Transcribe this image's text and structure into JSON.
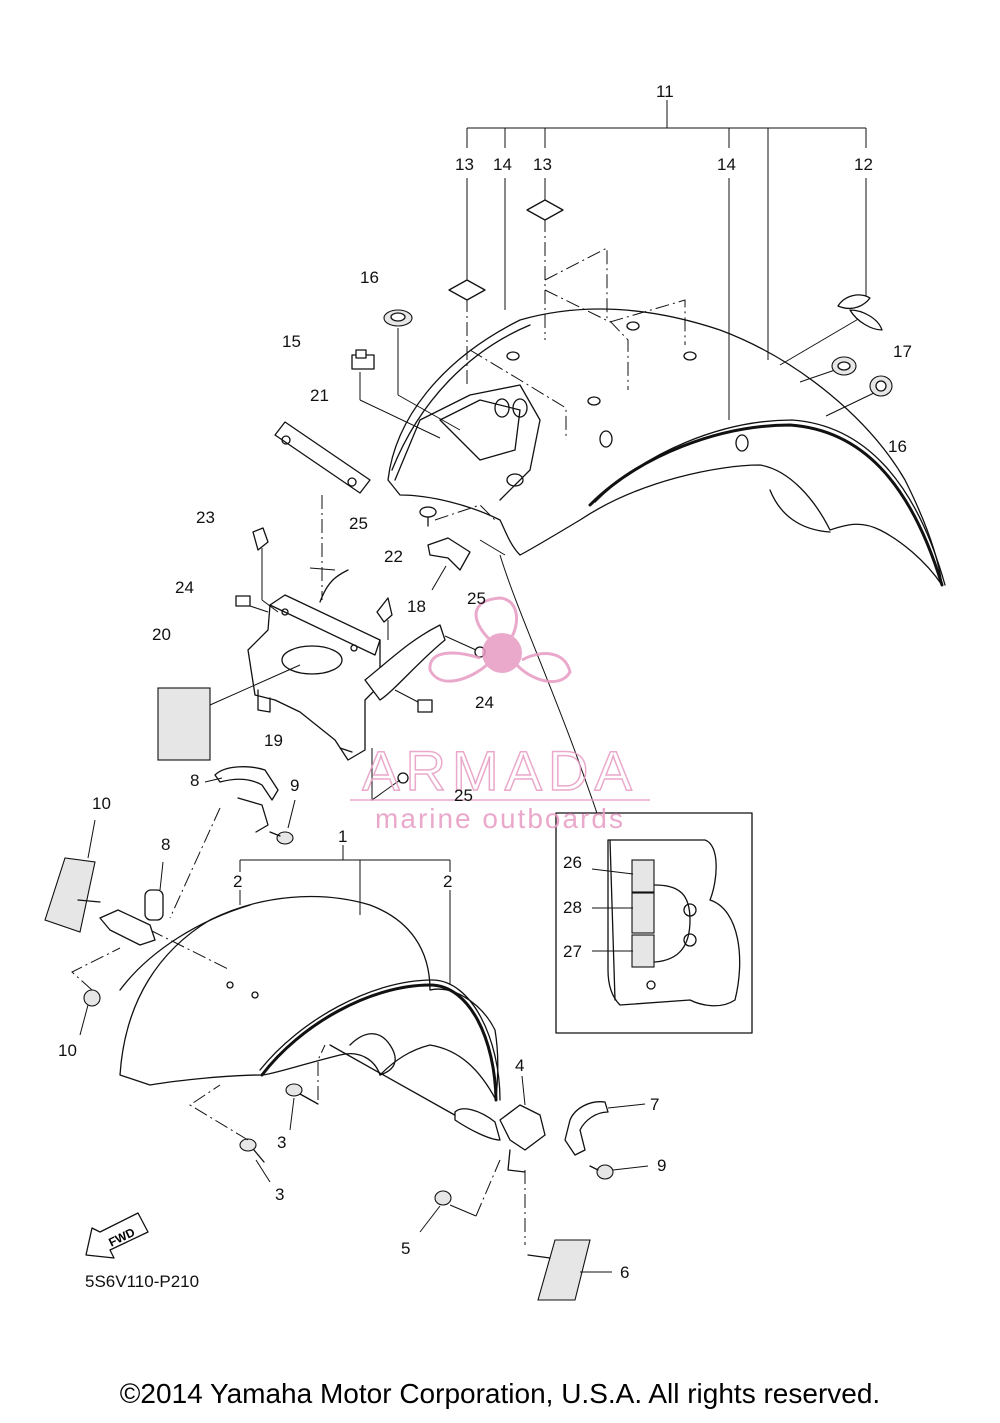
{
  "diagram": {
    "code": "5S6V110-P210",
    "fwd_label": "FWD",
    "callouts": [
      "1",
      "2",
      "2",
      "3",
      "3",
      "4",
      "5",
      "6",
      "7",
      "8",
      "8",
      "9",
      "9",
      "10",
      "10",
      "11",
      "12",
      "13",
      "13",
      "14",
      "14",
      "15",
      "16",
      "16",
      "17",
      "18",
      "19",
      "20",
      "21",
      "22",
      "23",
      "24",
      "24",
      "25",
      "25",
      "25",
      "26",
      "27",
      "28"
    ]
  },
  "watermark": {
    "brand": "ARMADA",
    "tagline": "marine outboards",
    "color": "#e79bc3"
  },
  "footer": {
    "copyright": "©2014 Yamaha Motor Corporation, U.S.A. All rights reserved."
  }
}
